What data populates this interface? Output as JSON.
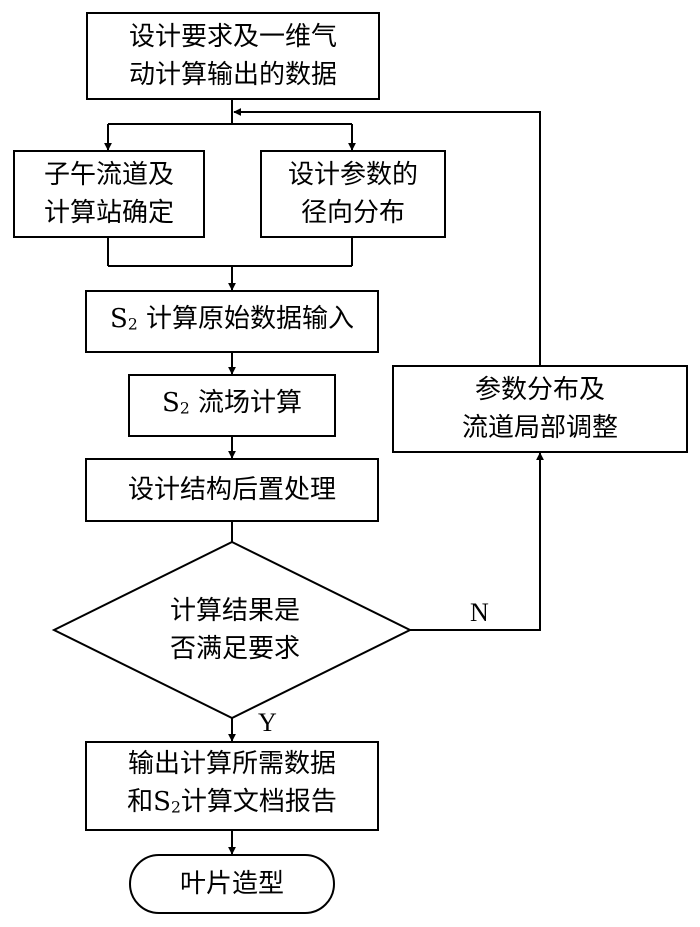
{
  "flowchart": {
    "design_input": {
      "line1": "设计要求及一维气",
      "line2": "动计算输出的数据"
    },
    "meridional_channel": {
      "line1": "子午流道及",
      "line2": "计算站确定"
    },
    "radial_distribution": {
      "line1": "设计参数的",
      "line2": "径向分布"
    },
    "s2_input": {
      "prefix": "S",
      "sub": "2",
      "rest": " 计算原始数据输入"
    },
    "s2_flow": {
      "prefix": "S",
      "sub": "2",
      "rest": " 流场计算"
    },
    "post_processing": {
      "text": "设计结构后置处理"
    },
    "decision": {
      "line1": "计算结果是",
      "line2": "否满足要求"
    },
    "adjustment": {
      "line1": "参数分布及",
      "line2": "流道局部调整"
    },
    "output": {
      "line1": "输出计算所需数据",
      "line2_prefix": "和S",
      "line2_sub": "2",
      "line2_rest": "计算文档报告"
    },
    "terminal": {
      "text": "叶片造型"
    },
    "labels": {
      "no": "N",
      "yes": "Y"
    }
  }
}
